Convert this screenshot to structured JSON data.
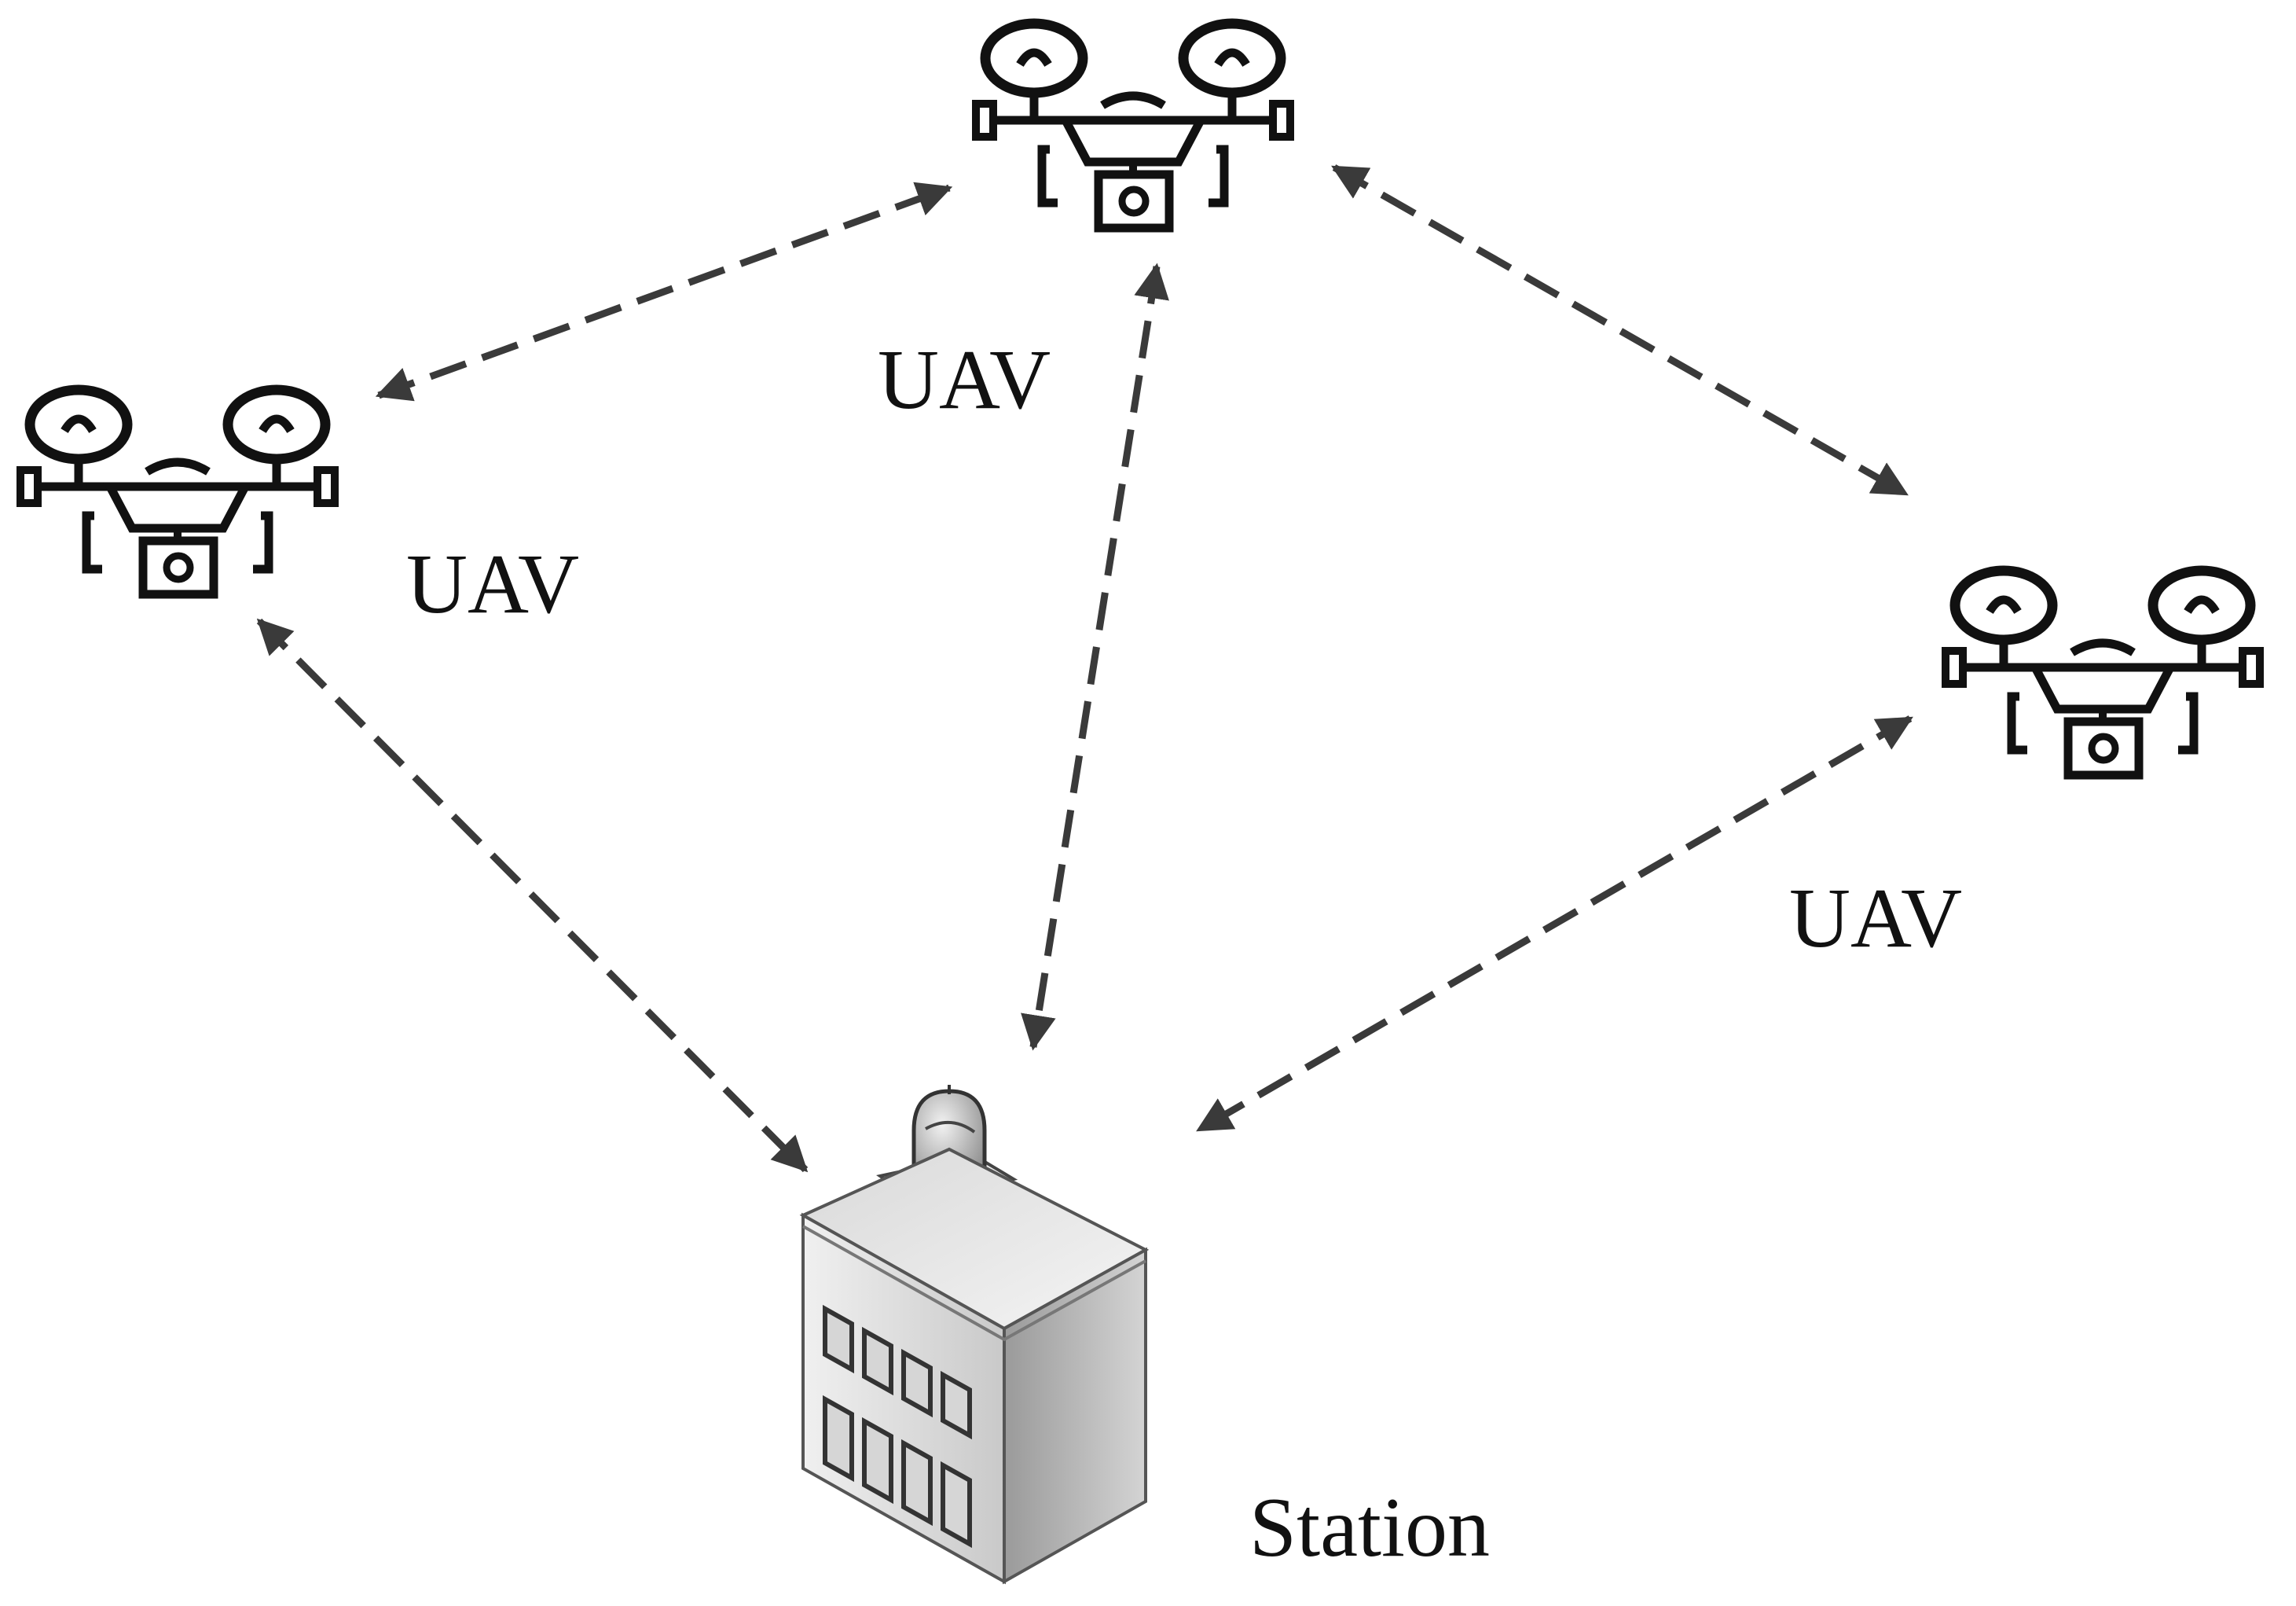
{
  "nodes": {
    "uav_top": {
      "label": "UAV",
      "icon": "drone-icon"
    },
    "uav_left": {
      "label": "UAV",
      "icon": "drone-icon"
    },
    "uav_right": {
      "label": "UAV",
      "icon": "drone-icon"
    },
    "station": {
      "label": "Station",
      "icon": "building-with-radar-icon"
    }
  },
  "links": [
    {
      "from": "uav_left",
      "to": "uav_top",
      "style": "dashed",
      "arrows": "both"
    },
    {
      "from": "uav_top",
      "to": "uav_right",
      "style": "dashed",
      "arrows": "both"
    },
    {
      "from": "uav_top",
      "to": "station",
      "style": "dashed",
      "arrows": "both"
    },
    {
      "from": "uav_left",
      "to": "station",
      "style": "dashed",
      "arrows": "both"
    },
    {
      "from": "uav_right",
      "to": "station",
      "style": "dashed",
      "arrows": "both"
    }
  ],
  "colors": {
    "link": "#3a3a3a",
    "icon": "#111111",
    "text": "#111111"
  }
}
